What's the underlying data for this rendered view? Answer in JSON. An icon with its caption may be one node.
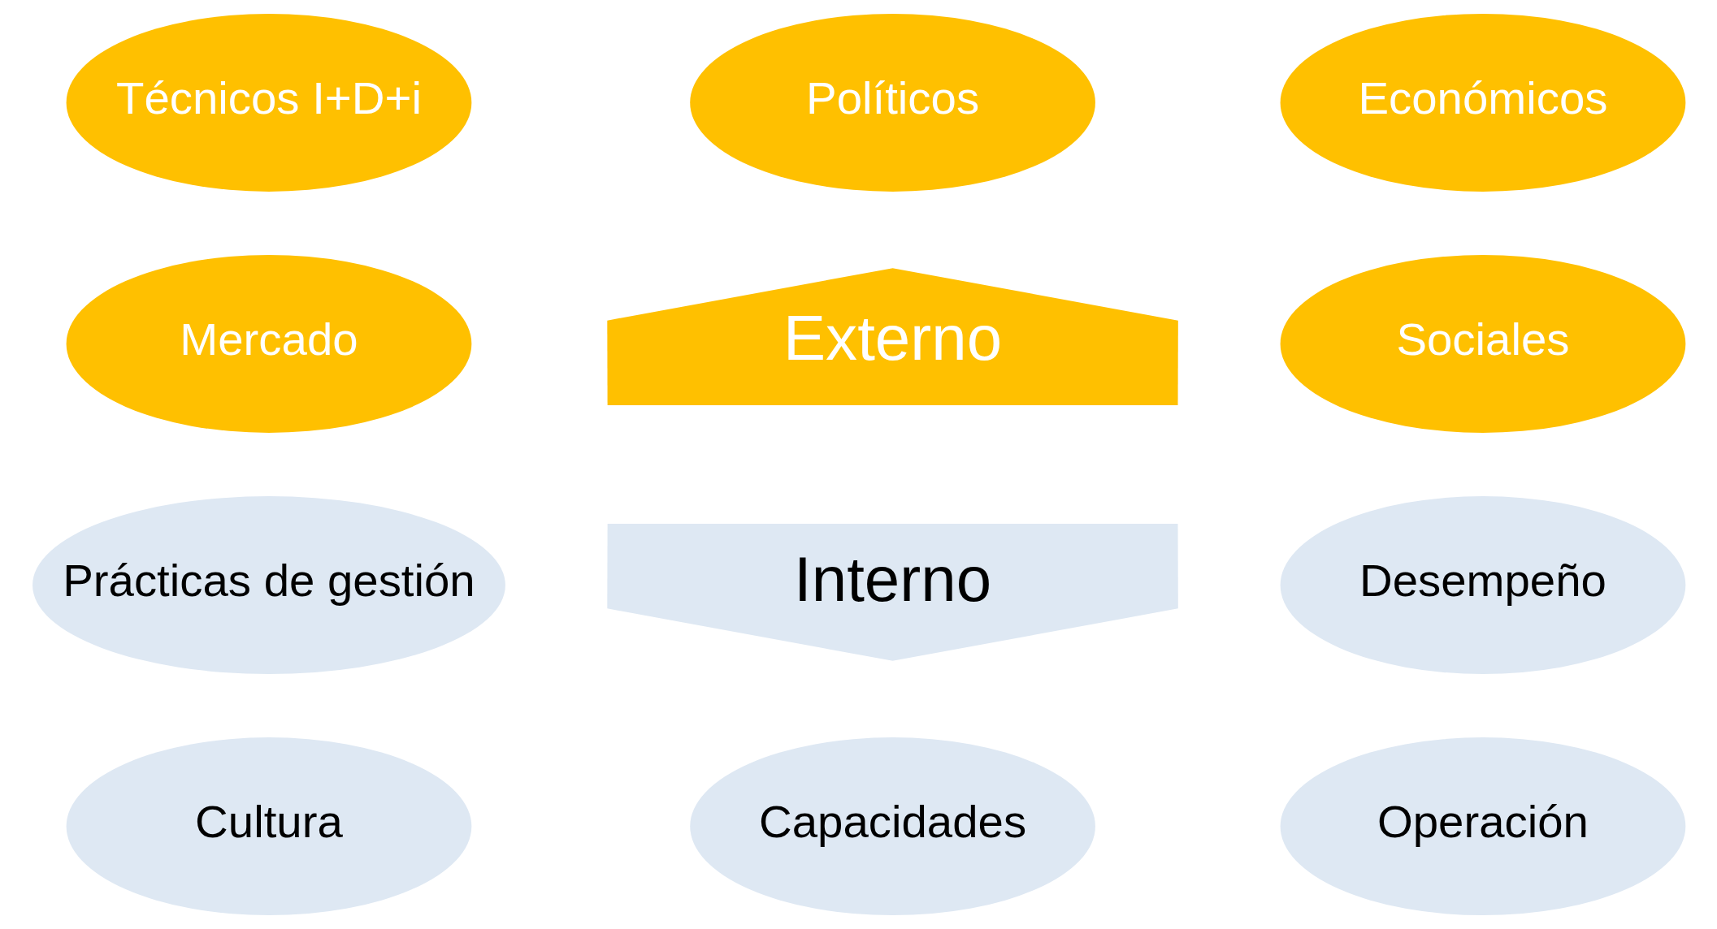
{
  "diagram": {
    "nodes": [
      {
        "text": [
          "Políticos"
        ]
      },
      {
        "text": [
          "Técnicos I+D+i"
        ]
      },
      {
        "text": [
          "Económicos"
        ]
      },
      {
        "text": [
          "Mercado"
        ]
      },
      {
        "text": [
          "Externo"
        ]
      },
      {
        "text": [
          "Sociales"
        ]
      },
      {
        "text": [
          "Interno"
        ]
      },
      {
        "text": [
          "Prácticas de gestión"
        ]
      },
      {
        "text": [
          "Desempeño"
        ]
      },
      {
        "text": [
          "Cultura"
        ]
      },
      {
        "text": [
          "Operación"
        ]
      },
      {
        "text": [
          "Capacidades"
        ]
      }
    ],
    "edges": []
  }
}
